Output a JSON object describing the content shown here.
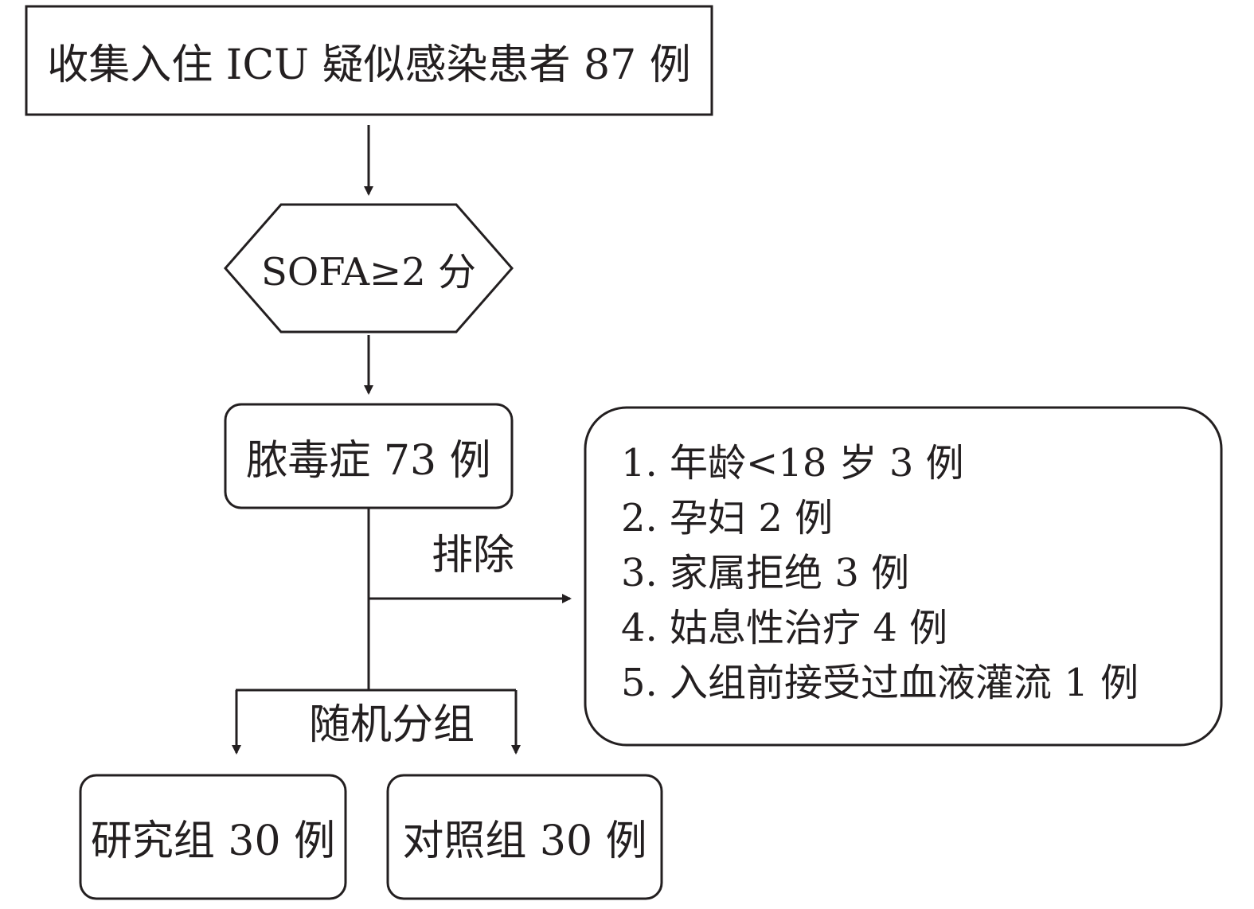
{
  "flow": {
    "collect": "收集入住 ICU 疑似感染患者 87 例",
    "criterion": "SOFA≥2 分",
    "sepsis": "脓毒症 73 例",
    "exclude_label": "排除",
    "randomize_label": "随机分组",
    "study_group": "研究组 30 例",
    "control_group": "对照组 30 例"
  },
  "exclusions": [
    "1. 年龄<18 岁 3 例",
    "2. 孕妇 2 例",
    "3. 家属拒绝 3 例",
    "4. 姑息性治疗 4 例",
    "5. 入组前接受过血液灌流 1 例"
  ]
}
